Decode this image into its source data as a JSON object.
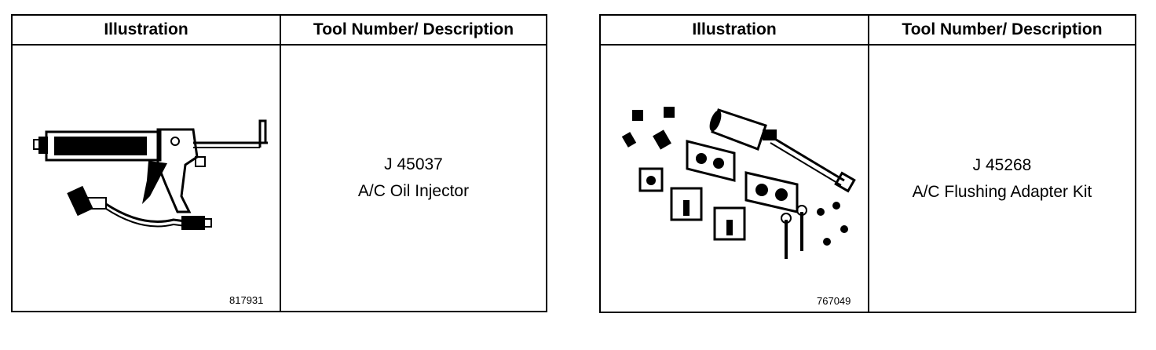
{
  "tables": [
    {
      "header_illustration": "Illustration",
      "header_description": "Tool Number/ Description",
      "tool_number": "J 45037",
      "tool_name": "A/C Oil Injector",
      "figure_number": "817931",
      "illustration_icon": "oil-injector-gun-icon"
    },
    {
      "header_illustration": "Illustration",
      "header_description": "Tool Number/ Description",
      "tool_number": "J 45268",
      "tool_name": "A/C Flushing Adapter Kit",
      "figure_number": "767049",
      "illustration_icon": "flushing-adapter-kit-icon"
    }
  ]
}
